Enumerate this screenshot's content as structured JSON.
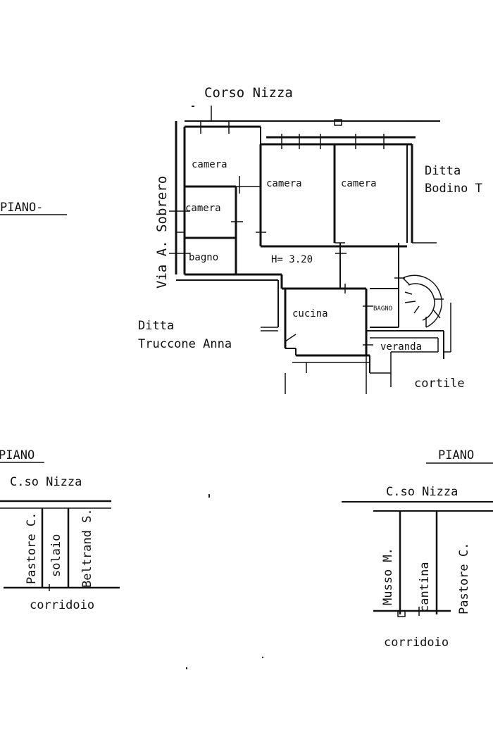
{
  "main_plan": {
    "section_label": "PIANO-",
    "street_north": "Corso Nizza",
    "street_west": "Via A. Sobrero",
    "neighbor_east": [
      "Ditta",
      "Bodino T"
    ],
    "neighbor_west": [
      "Ditta",
      "Truccone Anna"
    ],
    "courtyard": "cortile",
    "height_note": "H= 3.20",
    "rooms": {
      "camera_1": "camera",
      "camera_2": "camera",
      "camera_3": "camera",
      "camera_4": "camera",
      "bagno": "bagno",
      "cucina": "cucina",
      "bagno_small": "BAGNO",
      "veranda": "veranda"
    }
  },
  "attic_plan": {
    "section_label": "PIANO",
    "street": "C.so Nizza",
    "unit_left": "Pastore C.",
    "unit_center": "solaio",
    "unit_right": "Beltrand S.",
    "corridor": "corridoio"
  },
  "cellar_plan": {
    "section_label": "PIANO",
    "street": "C.so Nizza",
    "unit_left": "Musso M.",
    "unit_center": "cantina",
    "unit_right": "Pastore C.",
    "corridor": "corridoio"
  }
}
